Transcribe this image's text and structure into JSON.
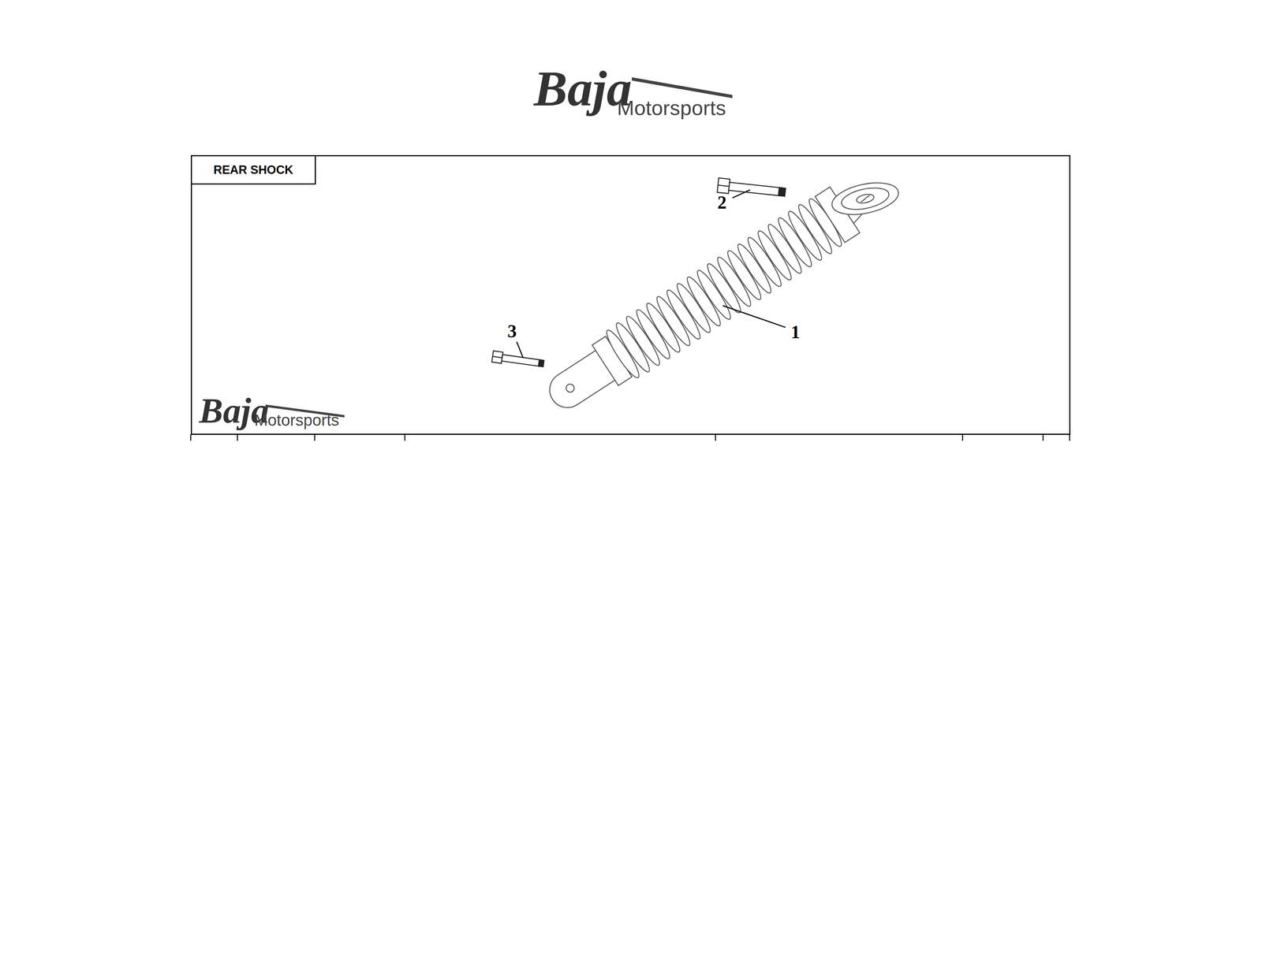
{
  "diagram": {
    "nodes": [
      {
        "text": [
          "REAR SHOCK"
        ]
      }
    ],
    "labels": [
      "Baja",
      "Motorsports",
      "1",
      "2",
      "3",
      "Baja",
      "Motorsports"
    ]
  }
}
